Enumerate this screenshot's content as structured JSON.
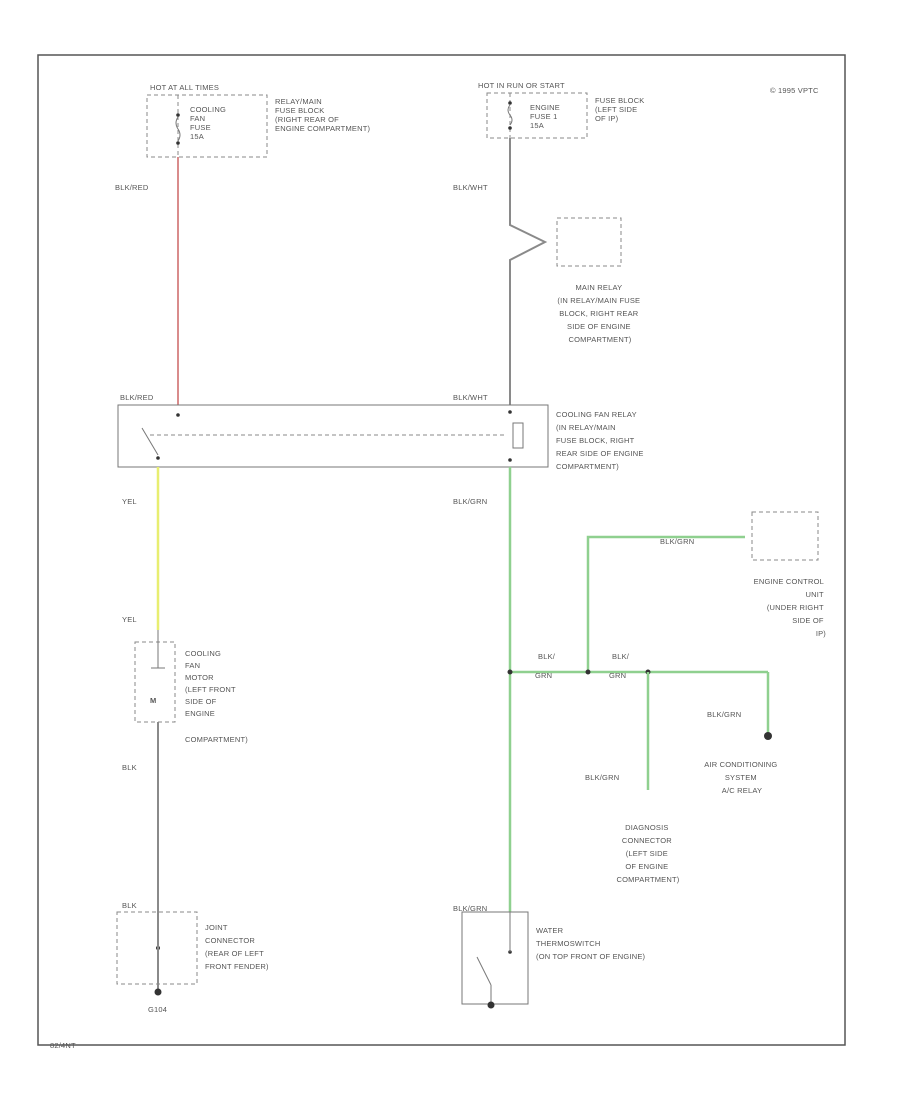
{
  "copyright": "© 1995 VPTC",
  "footer_code": "82/4NT",
  "fuses": {
    "left_power": "HOT AT ALL TIMES",
    "left_fuse": [
      "COOLING",
      "FAN",
      "FUSE",
      "15A"
    ],
    "left_desc": [
      "RELAY/MAIN",
      "FUSE BLOCK",
      "(RIGHT REAR OF",
      "ENGINE COMPARTMENT)"
    ],
    "right_power": "HOT IN RUN OR START",
    "right_fuse": [
      "ENGINE",
      "FUSE 1",
      "15A"
    ],
    "right_desc": [
      "FUSE BLOCK",
      "(LEFT SIDE",
      "OF IP)"
    ]
  },
  "main_relay": [
    "MAIN RELAY",
    "(IN RELAY/MAIN FUSE",
    "BLOCK, RIGHT REAR",
    "SIDE OF ENGINE",
    "COMPARTMENT)"
  ],
  "fan_relay": [
    "COOLING FAN RELAY",
    "(IN RELAY/MAIN",
    "FUSE BLOCK, RIGHT",
    "REAR SIDE OF ENGINE",
    "COMPARTMENT)"
  ],
  "fan_motor": [
    "COOLING",
    "FAN",
    "MOTOR",
    "(LEFT FRONT",
    "SIDE OF",
    "ENGINE",
    "COMPARTMENT)"
  ],
  "motor_symbol": "M",
  "ecu": [
    "ENGINE CONTROL",
    "UNIT",
    "(UNDER RIGHT",
    "SIDE OF",
    "IP)"
  ],
  "ac_relay": [
    "AIR CONDITIONING",
    "SYSTEM",
    "A/C RELAY"
  ],
  "diag_connector": [
    "DIAGNOSIS",
    "CONNECTOR",
    "(LEFT SIDE",
    "OF ENGINE",
    "COMPARTMENT)"
  ],
  "joint_connector": [
    "JOINT",
    "CONNECTOR",
    "(REAR OF LEFT",
    "FRONT FENDER)"
  ],
  "ground": "G104",
  "thermoswitch": [
    "WATER",
    "THERMOSWITCH",
    "(ON TOP FRONT OF ENGINE)"
  ],
  "wires": {
    "blk_red_top": "BLK/RED",
    "blk_wht_top": "BLK/WHT",
    "blk_red_relay": "BLK/RED",
    "blk_wht_relay": "BLK/WHT",
    "yel_top": "YEL",
    "yel_bottom": "YEL",
    "blk_grn_relay": "BLK/GRN",
    "blk_grn_ecu": "BLK/GRN",
    "blk_grn_split1": [
      "BLK/",
      "GRN"
    ],
    "blk_grn_split2": [
      "BLK/",
      "GRN"
    ],
    "blk_grn_ac": "BLK/GRN",
    "blk_grn_diag": "BLK/GRN",
    "blk_motor": "BLK",
    "blk_joint": "BLK",
    "blk_grn_thermo": "BLK/GRN"
  }
}
